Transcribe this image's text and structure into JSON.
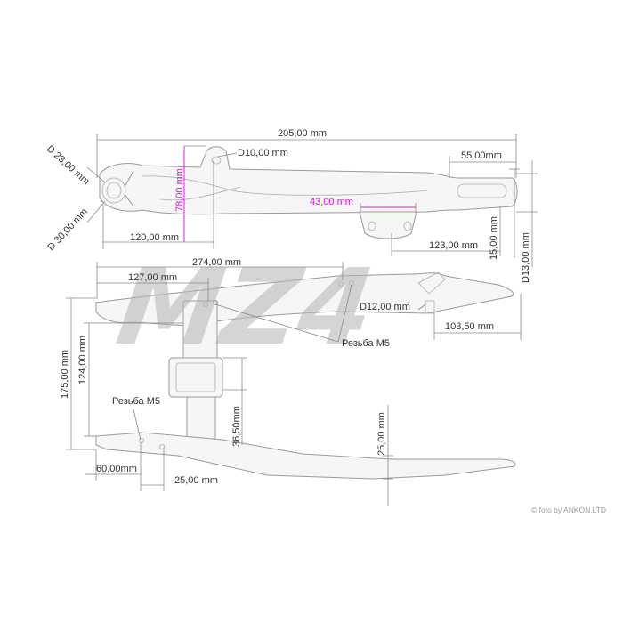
{
  "watermark": "MZ4",
  "credit": "© foto by ANKON.LTD",
  "colors": {
    "accent": "#e020e0",
    "line": "#8a8a8a",
    "text": "#333333"
  },
  "dims": {
    "d205": "205,00 mm",
    "d23": "D 23,00 mm",
    "d30": "D 30,00 mm",
    "d78": "78,00 mm",
    "d10": "D10,00 mm",
    "d55": "55,00mm",
    "d43": "43,00 mm",
    "d120": "120,00 mm",
    "d123": "123,00 mm",
    "d15": "15,00 mm",
    "d13": "D13,00 mm",
    "d274": "274,00 mm",
    "d127": "127,00 mm",
    "d12": "D12,00 mm",
    "d103": "103,50 mm",
    "m5a": "Резьба M5",
    "d175": "175,00 mm",
    "d124": "124,00 mm",
    "m5b": "Резьба M5",
    "d36": "36,50mm",
    "d25v": "25,00 mm",
    "d60": "60,00mm",
    "d25h": "25,00 mm"
  }
}
